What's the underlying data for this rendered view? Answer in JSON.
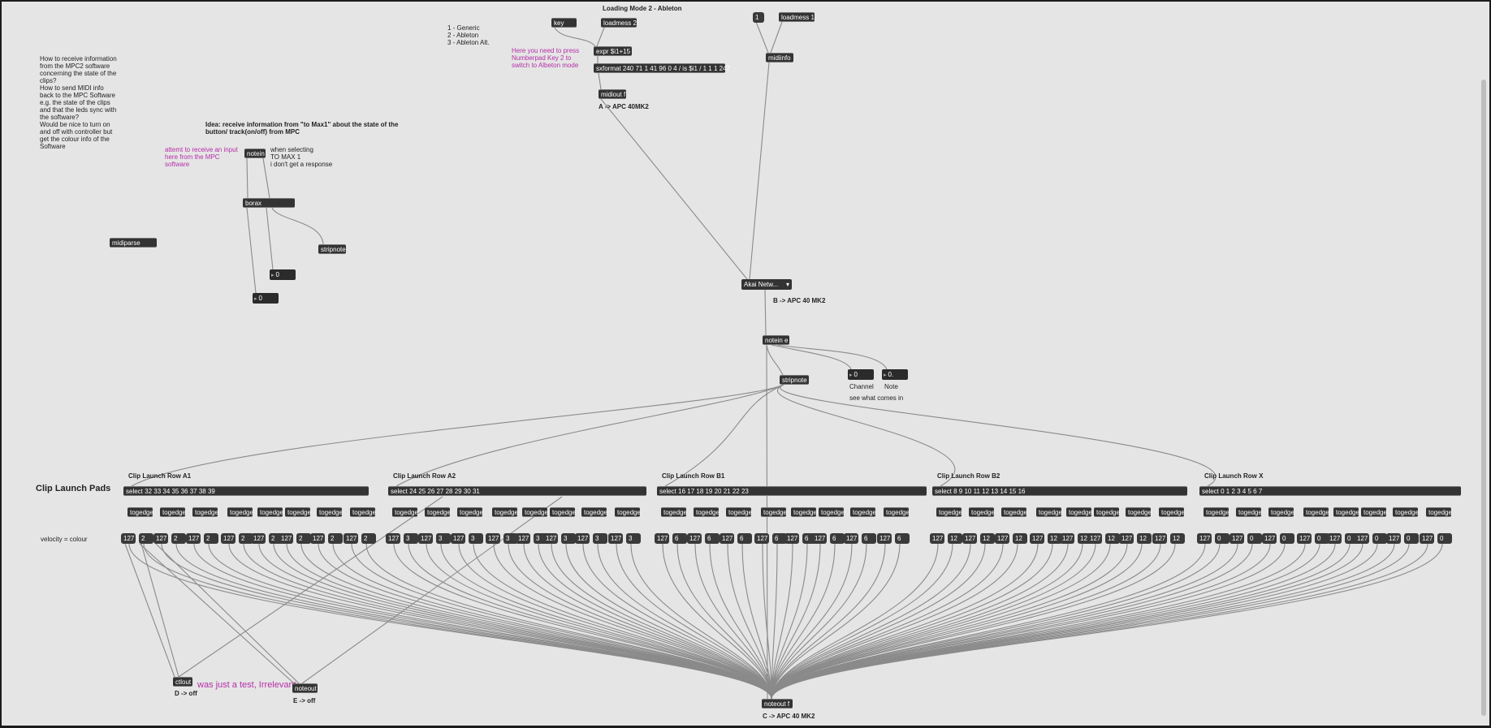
{
  "header": {
    "title": "Loading Mode 2 - Ableton"
  },
  "modes": {
    "list": "1 - Generic\n2 - Ableton\n3 - Ableton Alt."
  },
  "notes": {
    "numberpad": "Here you need to press\nNumberpad Key 2 to\nswitch to Albeton mode",
    "howto": "How to receive information\nfrom the MPC2 software\nconcerning the state of the\nclips?\nHow to send MIDI info\nback to the MPC Software\ne.g. the state of the clips\nand that the leds sync with\nthe software?\nWould be nice to turn on\nand off with controller but\nget the colour info of the\nSoftware",
    "idea": "Idea: receive information from \"to Max1\" about the state of the\nbutton/ track(on/off) from MPC",
    "attempt": "attemt to receive an input\nhere from the MPC\nsoftware",
    "when": "when selecting\nTO MAX 1\ni don't get a response",
    "test": "was just a test, Irrelevant",
    "see": "see what comes in",
    "velocity": "velocity = colour",
    "pads": "Clip Launch Pads"
  },
  "objects": {
    "key": "key",
    "loadmess2": "loadmess 2",
    "expr": "expr $i1+15",
    "sxformat": "sxformat 240 71 1 41 96 0 4 / is $i1 / 1 1 1 247",
    "midiout": "midiout f",
    "msg1": "1",
    "loadmess1": "loadmess 1",
    "midiinfo": "midiinfo",
    "notein": "notein",
    "borax": "borax",
    "stripnote_left": "stripnote",
    "midiparse": "midiparse",
    "num_a": "0",
    "num_b": "0",
    "notein_e": "notein e",
    "stripnote_main": "stripnote",
    "num_channel": "0",
    "num_note": "0.",
    "ctlout": "ctlout",
    "noteout": "noteout",
    "noteout_f": "noteout f"
  },
  "labels": {
    "a_apc": "A -> APC 40MK2",
    "b_apc": "B -> APC 40 MK2",
    "channel": "Channel",
    "note": "Note",
    "d_off": "D -> off",
    "e_off": "E -> off",
    "c_apc": "C -> APC 40 MK2"
  },
  "menu": {
    "device": "Akai Netw..."
  },
  "rows": [
    {
      "title": "Clip Launch Row A1",
      "select": "select 32 33 34 35 36 37 38 39",
      "vel": "2"
    },
    {
      "title": "Clip Launch Row A2",
      "select": "select 24 25 26 27 28 29 30 31",
      "vel": "3"
    },
    {
      "title": "Clip Launch Row B1",
      "select": "select 16 17 18 19 20 21 22 23",
      "vel": "6"
    },
    {
      "title": "Clip Launch Row B2",
      "select": "select 8 9 10 11 12 13 14 15 16",
      "vel": "12"
    },
    {
      "title": "Clip Launch Row X",
      "select": "select 0 1 2 3 4 5 6 7",
      "vel": "0"
    }
  ],
  "togedge": "togedge",
  "vel_on": "127",
  "colors": {
    "accent_text": "#b62ea9",
    "object_bg": "#333333",
    "canvas_bg": "#e5e5e5",
    "wire": "#8a8a8a"
  }
}
